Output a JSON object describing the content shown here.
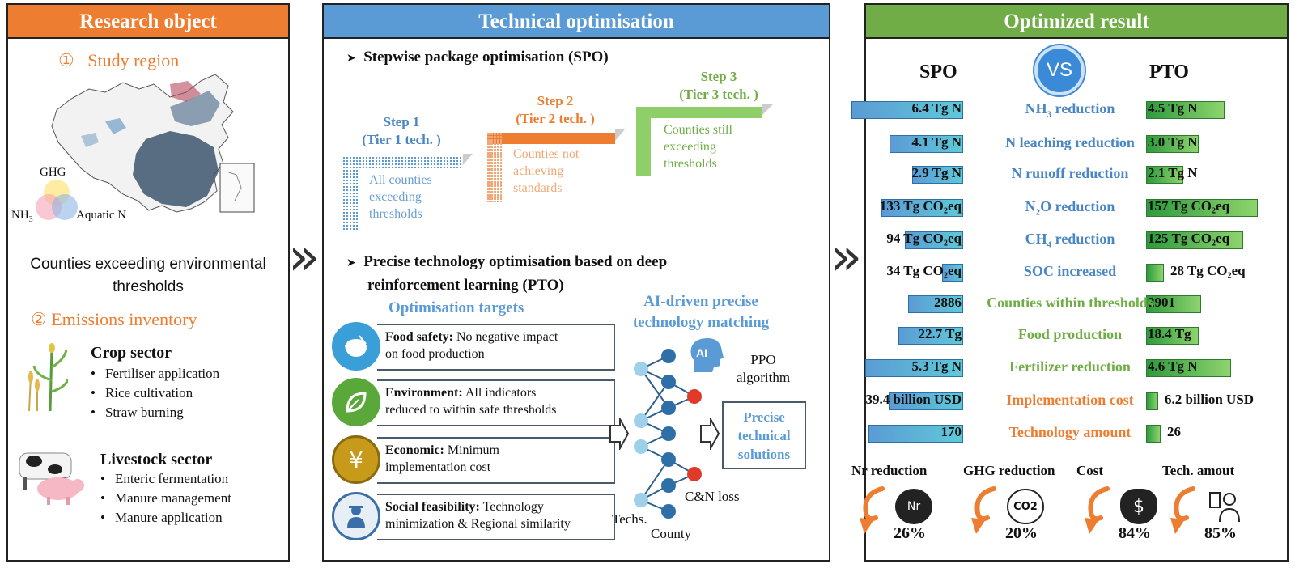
{
  "research": {
    "header": "Research object",
    "study_region_num": "①",
    "study_region": "Study region",
    "venn_ghg": "GHG",
    "venn_nh3": "NH",
    "venn_nh3_sub": "3",
    "venn_aquatic": "Aquatic N",
    "counties_line1": "Counties exceeding environmental",
    "counties_line2": "thresholds",
    "emissions_num": "②",
    "emissions": "Emissions inventory",
    "crop_title": "Crop sector",
    "crop_items": [
      "Fertiliser application",
      "Rice cultivation",
      "Straw burning"
    ],
    "livestock_title": "Livestock sector",
    "livestock_items": [
      "Enteric fermentation",
      "Manure management",
      "Manure application"
    ]
  },
  "technical": {
    "header": "Technical optimisation",
    "spo_title": "Stepwise package optimisation (SPO)",
    "step1_l1": "Step 1",
    "step1_l2": "(Tier 1 tech. )",
    "step1_desc": [
      "All counties",
      "exceeding",
      "thresholds"
    ],
    "step2_l1": "Step 2",
    "step2_l2": "(Tier 2 tech. )",
    "step2_desc": [
      "Counties not",
      "achieving",
      "standards"
    ],
    "step3_l1": "Step 3",
    "step3_l2": "(Tier 3 tech. )",
    "step3_desc": [
      "Counties still",
      "exceeding",
      "thresholds"
    ],
    "pto_title_l1": "Precise technology optimisation   based on deep",
    "pto_title_l2": "reinforcement learning (PTO)",
    "targets_title": "Optimisation  targets",
    "targets": [
      {
        "bold": "Food safety:",
        "text1": " No negative impact",
        "text2": "on food production",
        "icon": "rice-bowl-icon"
      },
      {
        "bold": "Environment:",
        "text1": "  All indicators",
        "text2": "reduced to within safe thresholds",
        "icon": "leaf-icon"
      },
      {
        "bold": "Economic:",
        "text1": "  Minimum",
        "text2": "implementation cost",
        "icon": "yen-icon"
      },
      {
        "bold": "Social feasibility:",
        "text1": " Technology",
        "text2": "minimization & Regional similarity",
        "icon": "farmer-icon"
      }
    ],
    "ai_title_l1": "AI-driven precise",
    "ai_title_l2": "technology matching",
    "ai_badge": "AI",
    "ppo_l1": "PPO",
    "ppo_l2": "algorithm",
    "precise_l1": "Precise",
    "precise_l2": "technical",
    "precise_l3": "solutions",
    "cn_loss": "C&N loss",
    "techs": "Techs.",
    "county": "County"
  },
  "result": {
    "header": "Optimized result",
    "spo": "SPO",
    "vs": "VS",
    "pto": "PTO",
    "rows": [
      {
        "label": "NH",
        "sub": "3",
        "rest": " reduction",
        "color": "#4a86c5",
        "spo": "6.4 Tg N",
        "pto": "4.5 Tg N",
        "spo_frac": 1.0,
        "pto_frac": 0.7
      },
      {
        "label": "N leaching reduction",
        "sub": "",
        "rest": "",
        "color": "#4a86c5",
        "spo": "4.1 Tg N",
        "pto": "3.0 Tg N",
        "spo_frac": 0.66,
        "pto_frac": 0.47
      },
      {
        "label": "N runoff reduction",
        "sub": "",
        "rest": "",
        "color": "#4a86c5",
        "spo": "2.9 Tg N",
        "pto": "2.1 Tg N",
        "spo_frac": 0.46,
        "pto_frac": 0.33
      },
      {
        "label": "N",
        "sub": "2",
        "rest": "O reduction",
        "color": "#4a86c5",
        "spo": "133 Tg CO₂eq",
        "pto": "157 Tg CO₂eq",
        "spo_frac": 0.73,
        "pto_frac": 1.0
      },
      {
        "label": "CH",
        "sub": "4",
        "rest": " reduction",
        "color": "#4a86c5",
        "spo": "94 Tg CO₂eq",
        "pto": "125 Tg CO₂eq",
        "spo_frac": 0.52,
        "pto_frac": 0.87
      },
      {
        "label": "SOC increased",
        "sub": "",
        "rest": "",
        "color": "#4a86c5",
        "spo": "34 Tg CO₂eq",
        "pto": "28 Tg CO₂eq",
        "spo_frac": 0.19,
        "pto_frac": 0.16
      },
      {
        "label": "Counties within thresholds",
        "sub": "",
        "rest": "",
        "color": "#70ad47",
        "spo": "2886",
        "pto": "2901",
        "spo_frac": 0.49,
        "pto_frac": 0.49
      },
      {
        "label": "Food production",
        "sub": "",
        "rest": "",
        "color": "#70ad47",
        "spo": "22.7 Tg",
        "pto": "18.4 Tg",
        "spo_frac": 0.58,
        "pto_frac": 0.47
      },
      {
        "label": "Fertilizer reduction",
        "sub": "",
        "rest": "",
        "color": "#70ad47",
        "spo": "5.3 Tg N",
        "pto": "4.6 Tg N",
        "spo_frac": 0.88,
        "pto_frac": 0.76
      },
      {
        "label": "Implementation cost",
        "sub": "",
        "rest": "",
        "color": "#ed7d31",
        "spo": "39.4 billion  USD",
        "pto": "6.2 billion  USD",
        "spo_frac": 0.67,
        "pto_frac": 0.11
      },
      {
        "label": "Technology amount",
        "sub": "",
        "rest": "",
        "color": "#ed7d31",
        "spo": "170",
        "pto": "26",
        "spo_frac": 0.85,
        "pto_frac": 0.13
      }
    ],
    "summary": [
      {
        "label": "Nr reduction",
        "value": "26%",
        "icon": "nr-icon",
        "icon_text": "Nr"
      },
      {
        "label": "GHG reduction",
        "value": "20%",
        "icon": "co2-cloud-icon",
        "icon_text": "CO2"
      },
      {
        "label": "Cost",
        "value": "84%",
        "icon": "money-bag-icon",
        "icon_text": "$"
      },
      {
        "label": "Tech. amout",
        "value": "85%",
        "icon": "technician-icon",
        "icon_text": ""
      }
    ]
  }
}
